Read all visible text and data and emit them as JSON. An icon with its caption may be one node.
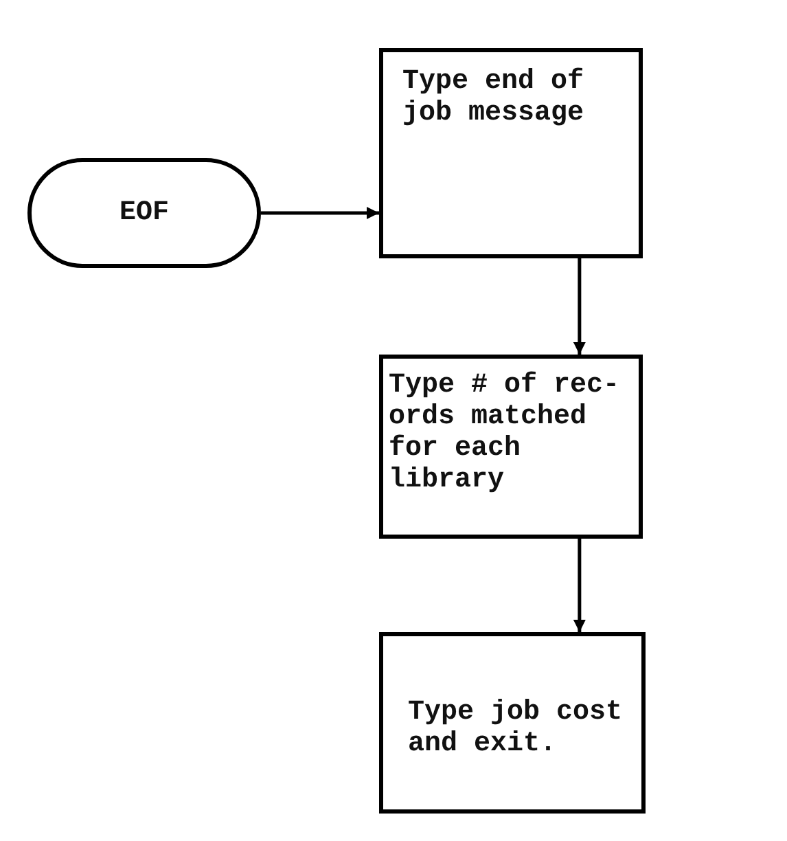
{
  "diagram": {
    "nodes": [
      {
        "text": [
          "EOF"
        ]
      },
      {
        "text": [
          "Type end of job message"
        ]
      },
      {
        "text": [
          "Type # of rec- ords matched for each library"
        ]
      },
      {
        "text": [
          "Type job cost and exit."
        ]
      }
    ],
    "edges": [
      {
        "from": 0,
        "to": 1,
        "arrow": "to"
      },
      {
        "from": 1,
        "to": 2,
        "arrow": "to"
      },
      {
        "from": 2,
        "to": 3,
        "arrow": "to"
      }
    ]
  }
}
